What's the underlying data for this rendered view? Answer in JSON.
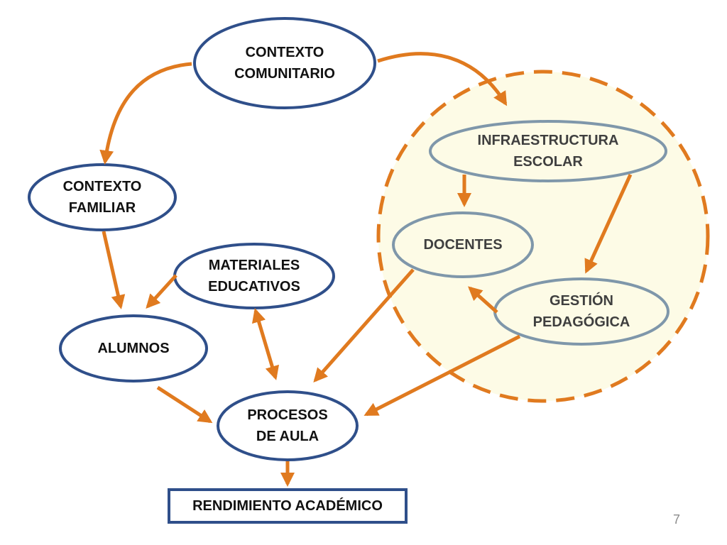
{
  "nodes": {
    "contexto_comunitario": "CONTEXTO\nCOMUNITARIO",
    "contexto_familiar": "CONTEXTO\nFAMILIAR",
    "materiales_educativos": "MATERIALES\nEDUCATIVOS",
    "alumnos": "ALUMNOS",
    "procesos_de_aula": "PROCESOS\nDE AULA",
    "rendimiento_academico": "RENDIMIENTO ACADÉMICO",
    "infraestructura_escolar": "INFRAESTRUCTURA\nESCOLAR",
    "docentes": "DOCENTES",
    "gestion_pedagogica": "GESTIÓN\nPEDAGÓGICA"
  },
  "page_number": "7",
  "colors": {
    "arrow": "#e07a1f",
    "blue_border": "#2f4f8a",
    "grey_border": "#7f97aa",
    "school_fill": "#fdfbe6",
    "school_border": "#e07a1f"
  }
}
